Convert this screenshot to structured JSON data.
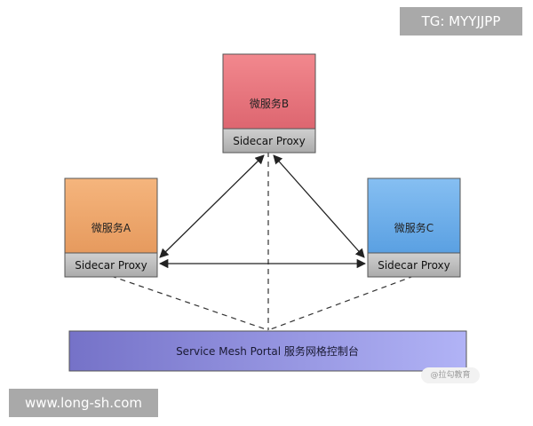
{
  "nodes": {
    "service_b": {
      "service_label": "微服务B",
      "proxy_label": "Sidecar Proxy",
      "color": "#e2707a"
    },
    "service_a": {
      "service_label": "微服务A",
      "proxy_label": "Sidecar Proxy",
      "color": "#eba46a"
    },
    "service_c": {
      "service_label": "微服务C",
      "proxy_label": "Sidecar Proxy",
      "color": "#6aabe8"
    }
  },
  "portal": {
    "label": "Service Mesh Portal 服务网格控制台",
    "color_start": "#7b76cc",
    "color_end": "#aeb0f4"
  },
  "proxy_color": "#bdbdbd",
  "watermarks": {
    "telegram": "TG: MYYJJPP",
    "website": "www.long-sh.com",
    "lagou": "@拉勾教育"
  }
}
